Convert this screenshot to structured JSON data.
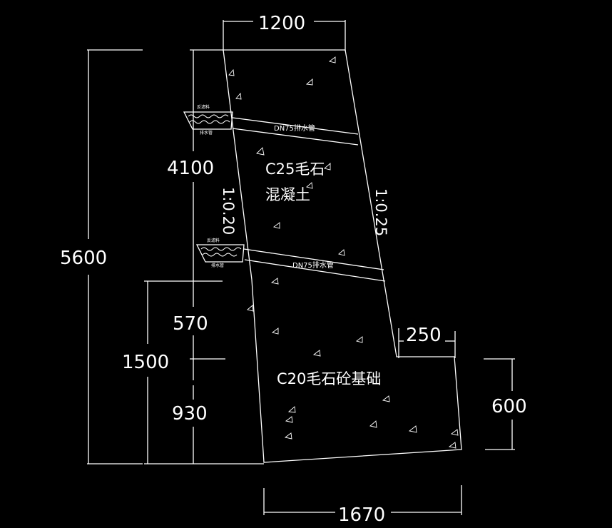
{
  "dimensions": {
    "top_width": "1200",
    "upper_height": "4100",
    "total_height": "5600",
    "footing_height": "1500",
    "footing_upper": "570",
    "footing_lower": "930",
    "toe_extension": "250",
    "toe_height": "600",
    "base_width": "1670"
  },
  "slopes": {
    "front": "1:0.20",
    "back": "1:0.25"
  },
  "materials": {
    "upper_line1": "C25毛石",
    "upper_line2": "混凝土",
    "footing": "C20毛石砼基础"
  },
  "drain": {
    "pipe_label": "DN75排水管",
    "filter_label": "反滤料",
    "outlet_label": "排水管"
  },
  "colors": {
    "background": "#000000",
    "line": "#ffffff"
  }
}
